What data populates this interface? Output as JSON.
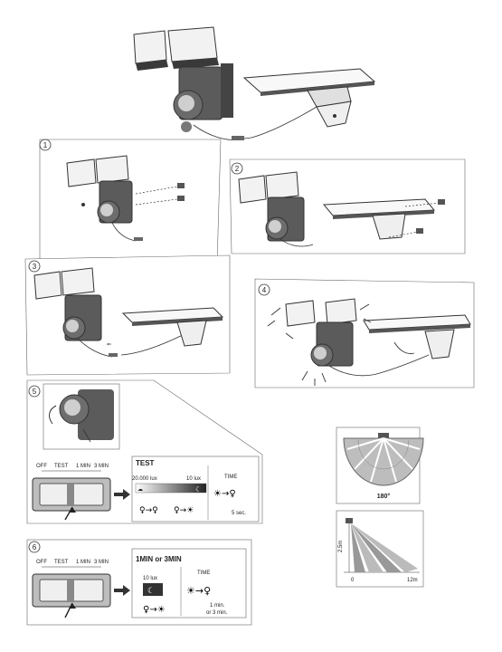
{
  "steps": {
    "s1": "1",
    "s2": "2",
    "s3": "3",
    "s4": "4",
    "s5": "5",
    "s6": "6"
  },
  "step5": {
    "switch_labels": [
      "OFF",
      "TEST",
      "1 MIN",
      "3 MIN"
    ],
    "test_title": "TEST",
    "lux_high": "20.000 lux",
    "lux_low": "10 lux",
    "time_label": "TIME",
    "duration": "5 sec."
  },
  "step6": {
    "switch_labels": [
      "OFF",
      "TEST",
      "1 MIN",
      "3 MIN"
    ],
    "title": "1MIN or 3MIN",
    "lux": "10 lux",
    "time_label": "TIME",
    "duration_line1": "1 min.",
    "duration_line2": "or 3 min."
  },
  "detection": {
    "angle": "180°",
    "height": "2.5m",
    "range_start": "0",
    "range_end": "12m"
  }
}
